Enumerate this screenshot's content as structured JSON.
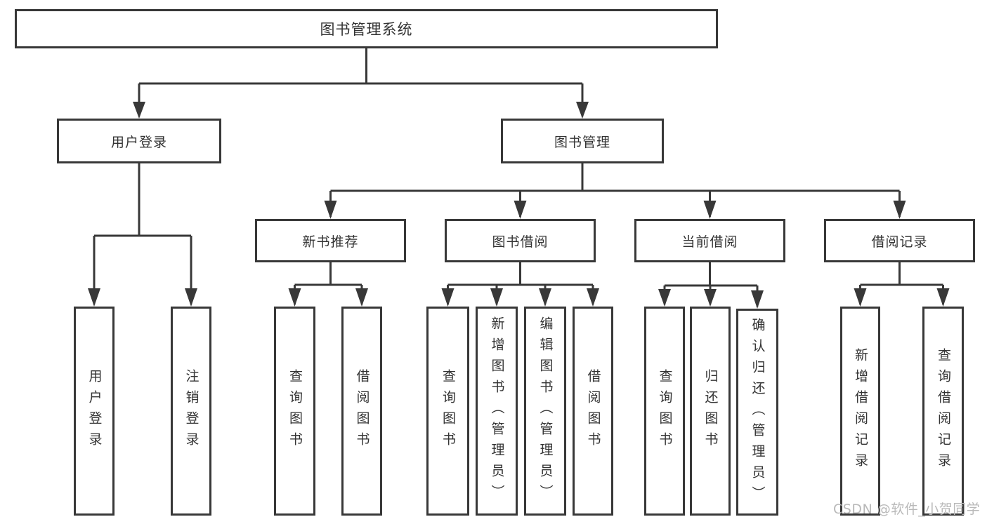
{
  "colors": {
    "line": "#383838",
    "text": "#333333",
    "watermark": "#b9b9b9",
    "background": "#ffffff"
  },
  "tree": {
    "label": "图书管理系统",
    "children": [
      {
        "label": "用户登录",
        "children": [
          {
            "label": "用户登录"
          },
          {
            "label": "注销登录"
          }
        ]
      },
      {
        "label": "图书管理",
        "children": [
          {
            "label": "新书推荐",
            "children": [
              {
                "label": "查询图书"
              },
              {
                "label": "借阅图书"
              }
            ]
          },
          {
            "label": "图书借阅",
            "children": [
              {
                "label": "查询图书"
              },
              {
                "label": "新增图书（管理员）"
              },
              {
                "label": "编辑图书（管理员）"
              },
              {
                "label": "借阅图书"
              }
            ]
          },
          {
            "label": "当前借阅",
            "children": [
              {
                "label": "查询图书"
              },
              {
                "label": "归还图书"
              },
              {
                "label": "确认归还（管理员）"
              }
            ]
          },
          {
            "label": "借阅记录",
            "children": [
              {
                "label": "新增借阅记录"
              },
              {
                "label": "查询借阅记录"
              }
            ]
          }
        ]
      }
    ]
  },
  "watermark": {
    "text": "CSDN @软件_小贺同学"
  }
}
